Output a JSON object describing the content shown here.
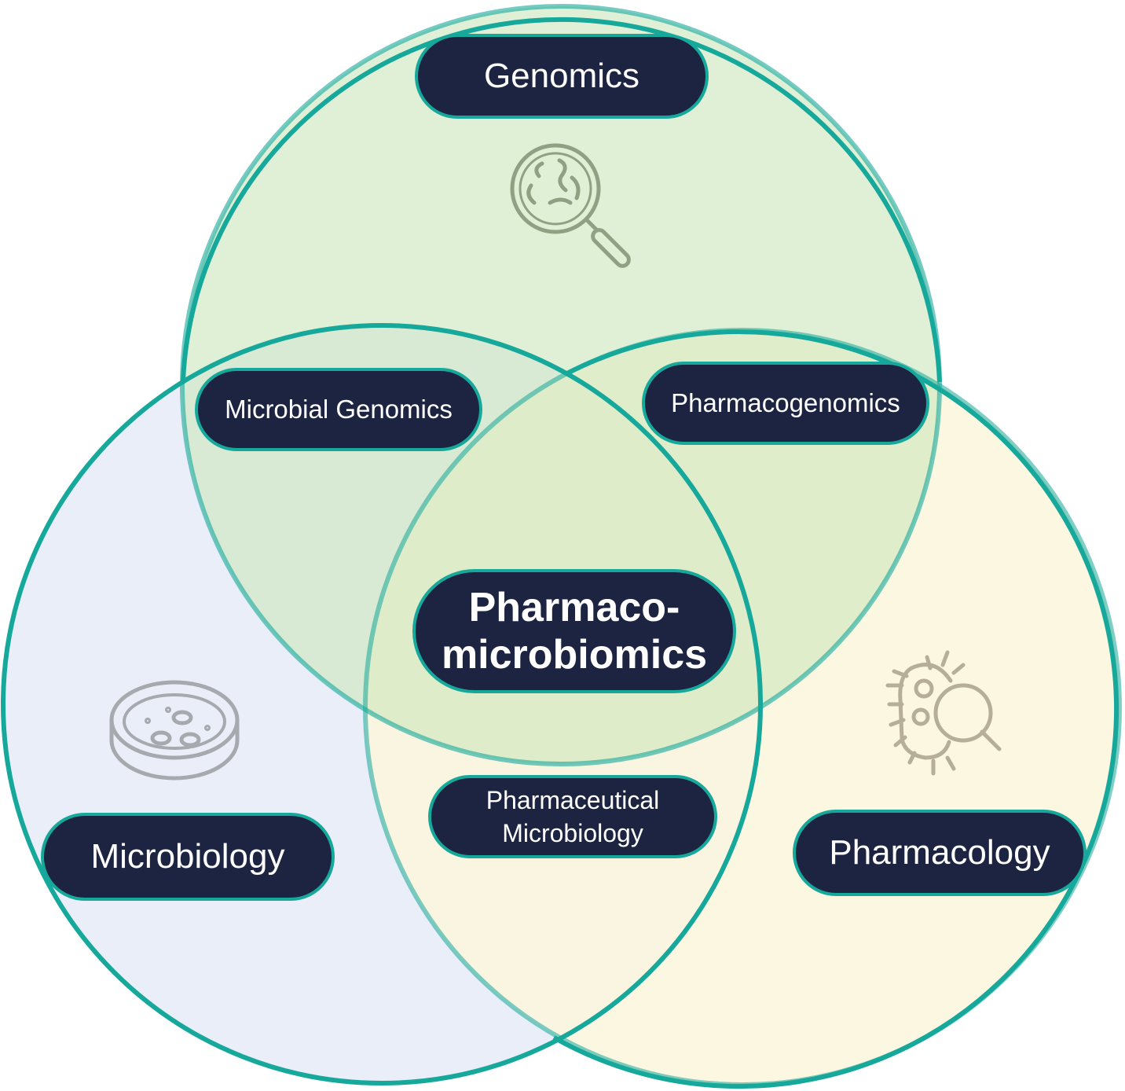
{
  "circles": {
    "genomics": {
      "label": "Genomics",
      "fill": "#d3eac6"
    },
    "microbiology": {
      "label": "Microbiology",
      "fill": "#e7edf8"
    },
    "pharmacology": {
      "label": "Pharmacology",
      "fill": "#fbf6dc"
    },
    "outline_color": "#16a89b"
  },
  "intersections": {
    "genomics_microbiology": "Microbial Genomics",
    "genomics_pharmacology": "Pharmacogenomics",
    "microbiology_pharmacology": {
      "line1": "Pharmaceutical",
      "line2": "Microbiology"
    },
    "center": {
      "line1": "Pharmaco-",
      "line2": "microbiomics"
    }
  },
  "icons": {
    "genomics": "magnifier-bacteria-icon",
    "microbiology": "petri-dish-icon",
    "pharmacology": "bacterium-magnifier-icon"
  },
  "pill_color": "#1c2442"
}
